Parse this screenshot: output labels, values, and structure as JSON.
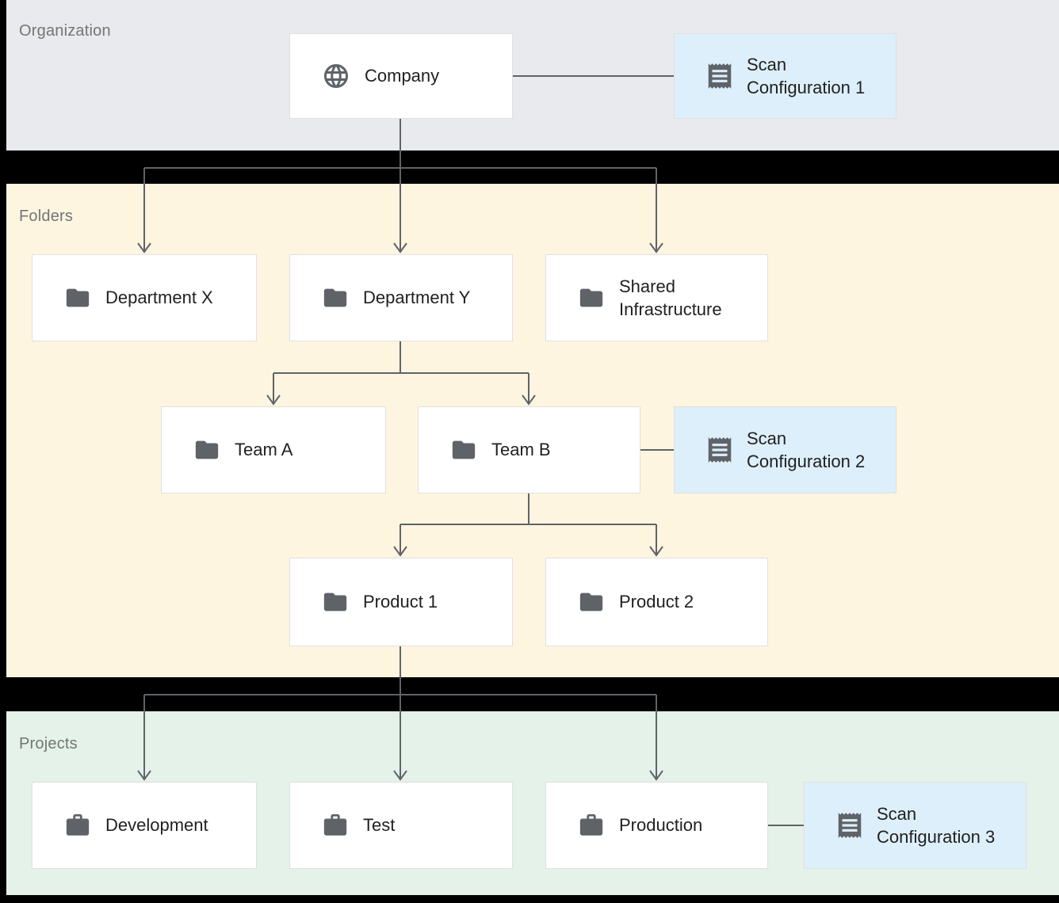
{
  "diagram": {
    "sections": {
      "organization": {
        "label": "Organization",
        "bg": "#e8eaed"
      },
      "folders": {
        "label": "Folders",
        "bg": "#fdf5e0"
      },
      "projects": {
        "label": "Projects",
        "bg": "#e4f2e9"
      }
    },
    "nodes": {
      "company": {
        "label": "Company",
        "icon": "globe-icon",
        "type": "organization"
      },
      "scan_config_1": {
        "label": "Scan Configuration 1",
        "icon": "receipt-icon",
        "type": "scan-configuration"
      },
      "department_x": {
        "label": "Department X",
        "icon": "folder-icon",
        "type": "folder"
      },
      "department_y": {
        "label": "Department Y",
        "icon": "folder-icon",
        "type": "folder"
      },
      "shared_infrastructure": {
        "label": "Shared Infrastructure",
        "icon": "folder-icon",
        "type": "folder"
      },
      "team_a": {
        "label": "Team A",
        "icon": "folder-icon",
        "type": "folder"
      },
      "team_b": {
        "label": "Team B",
        "icon": "folder-icon",
        "type": "folder"
      },
      "scan_config_2": {
        "label": "Scan Configuration 2",
        "icon": "receipt-icon",
        "type": "scan-configuration"
      },
      "product_1": {
        "label": "Product 1",
        "icon": "folder-icon",
        "type": "folder"
      },
      "product_2": {
        "label": "Product 2",
        "icon": "folder-icon",
        "type": "folder"
      },
      "development": {
        "label": "Development",
        "icon": "briefcase-icon",
        "type": "project"
      },
      "test": {
        "label": "Test",
        "icon": "briefcase-icon",
        "type": "project"
      },
      "production": {
        "label": "Production",
        "icon": "briefcase-icon",
        "type": "project"
      },
      "scan_config_3": {
        "label": "Scan Configuration 3",
        "icon": "receipt-icon",
        "type": "scan-configuration"
      }
    },
    "edges": [
      {
        "from": "company",
        "to": "department_x",
        "style": "arrow"
      },
      {
        "from": "company",
        "to": "department_y",
        "style": "arrow"
      },
      {
        "from": "company",
        "to": "shared_infrastructure",
        "style": "arrow"
      },
      {
        "from": "company",
        "to": "scan_config_1",
        "style": "plain"
      },
      {
        "from": "department_y",
        "to": "team_a",
        "style": "arrow"
      },
      {
        "from": "department_y",
        "to": "team_b",
        "style": "arrow"
      },
      {
        "from": "team_b",
        "to": "scan_config_2",
        "style": "plain"
      },
      {
        "from": "team_b",
        "to": "product_1",
        "style": "arrow"
      },
      {
        "from": "team_b",
        "to": "product_2",
        "style": "arrow"
      },
      {
        "from": "product_1",
        "to": "development",
        "style": "arrow"
      },
      {
        "from": "product_1",
        "to": "test",
        "style": "arrow"
      },
      {
        "from": "product_1",
        "to": "production",
        "style": "arrow"
      },
      {
        "from": "production",
        "to": "scan_config_3",
        "style": "plain"
      }
    ],
    "colors": {
      "scan_config_bg": "#ddeffa",
      "node_bg": "#ffffff",
      "node_border": "#e0e0e0",
      "connector": "#5f6368",
      "icon": "#5f6368",
      "node_text": "#212121",
      "section_label_text": "#757575",
      "gap_bg": "#000000"
    }
  }
}
